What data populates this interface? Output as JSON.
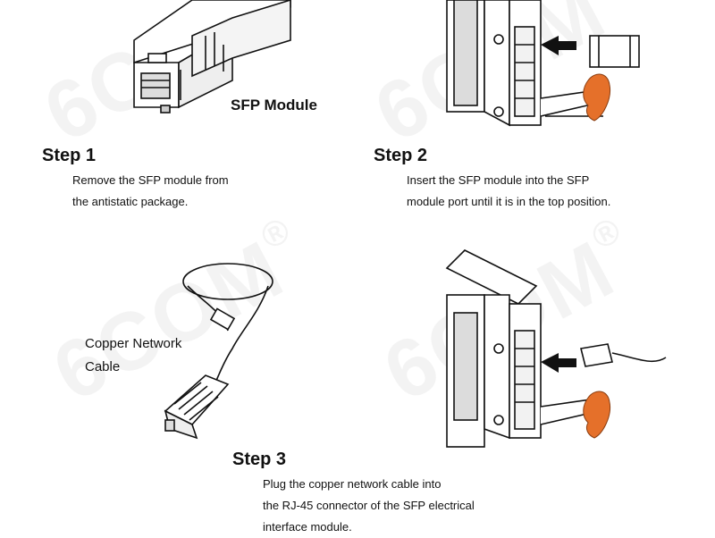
{
  "watermark": {
    "text": "6COM",
    "mark": "®"
  },
  "sfp_module": {
    "caption": "SFP Module"
  },
  "copper_cable": {
    "label_line1": "Copper Network",
    "label_line2": "Cable"
  },
  "steps": [
    {
      "title": "Step 1",
      "line1": "Remove the SFP module from",
      "line2": "the antistatic package."
    },
    {
      "title": "Step 2",
      "line1": "Insert the SFP module into the SFP",
      "line2": "module port until it is in the top position."
    },
    {
      "title": "Step 3",
      "line1": "Plug the copper network cable into",
      "line2": "the RJ-45 connector of the SFP electrical",
      "line3": "interface module."
    }
  ],
  "colors": {
    "latch": "#E5702A",
    "ink": "#111111",
    "panel": "#dcdcdc"
  },
  "icons": [
    "sfp-module-drawing",
    "switch-port-drawing",
    "copper-cable-drawing",
    "insert-arrow-icon",
    "latch-icon"
  ]
}
